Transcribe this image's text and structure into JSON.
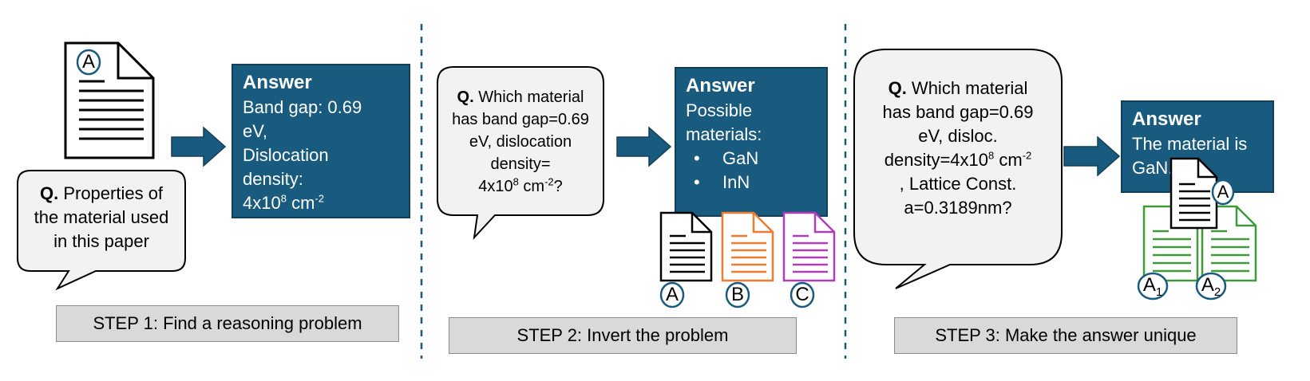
{
  "step1": {
    "doc_label": "A",
    "question_prefix": "Q.",
    "question_lines": [
      "Properties of",
      "the material used",
      "in this paper"
    ],
    "answer_title": "Answer",
    "answer_lines": [
      "Band gap: 0.69",
      "eV,",
      "Dislocation",
      "density:"
    ],
    "answer_density_base": "4x10",
    "answer_density_exp": "8",
    "answer_density_unit": " cm",
    "answer_density_unit_exp": "-2",
    "label": "STEP 1: Find a reasoning problem"
  },
  "step2": {
    "question_prefix": "Q.",
    "question_line1": " Which material",
    "question_line2": "has band gap=0.69",
    "question_line3": "eV, dislocation",
    "question_line4": "density=",
    "question_line5_base": "4x10",
    "question_line5_exp": "8",
    "question_line5_unit": " cm",
    "question_line5_unit_exp": "-2",
    "question_line5_end": "?",
    "answer_title": "Answer",
    "answer_lines": [
      "Possible",
      "materials:"
    ],
    "answer_items": [
      "GaN",
      "InN"
    ],
    "bullet": "•",
    "doc_labels": [
      "A",
      "B",
      "C"
    ],
    "doc_colors": [
      "#000000",
      "#ed7d31",
      "#b03fb7"
    ],
    "label": "STEP 2: Invert the problem"
  },
  "step3": {
    "question_prefix": "Q.",
    "question_line1": " Which material",
    "question_line2": "has band gap=0.69",
    "question_line3": "eV, disloc.",
    "question_line4_base": "density=4x10",
    "question_line4_exp": "8",
    "question_line4_unit": " cm",
    "question_line4_unit_exp": "-2",
    "question_line5": ", Lattice Const.",
    "question_line6": "a=0.3189nm?",
    "answer_title": "Answer",
    "answer_lines": [
      "The material is",
      "GaN."
    ],
    "doc_label": "A",
    "doc_label_a1_base": "A",
    "doc_label_a1_sub": "1",
    "doc_label_a2_base": "A",
    "doc_label_a2_sub": "2",
    "green_doc_color": "#3f9a3a",
    "label": "STEP 3: Make the answer unique"
  },
  "colors": {
    "answer_bg": "#195b7e",
    "arrow": "#195b7e",
    "divider": "#195b7e",
    "step_bg": "#d9d9d9",
    "bubble_bg": "#f2f2f2"
  }
}
